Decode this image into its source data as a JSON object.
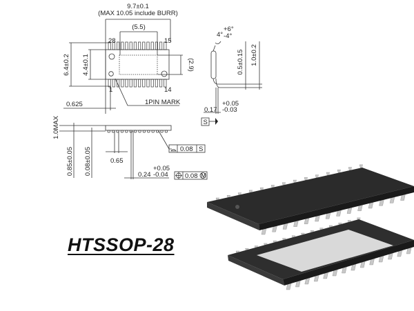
{
  "title": "HTSSOP-28",
  "top_view": {
    "length": "9.7±0.1",
    "length_max": "(MAX 10.05 include BURR)",
    "pad_length": "(5.5)",
    "pad_width": "(2.9)",
    "overall_width": "6.4±0.2",
    "body_width": "4.4±0.1",
    "pin_28": "28",
    "pin_15": "15",
    "pin_1": "1",
    "pin_14": "14",
    "offset": "0.625",
    "pin_mark": "1PIN MARK"
  },
  "lead_view": {
    "angle": "4°",
    "angle_plus": "+6°",
    "angle_minus": "-4°",
    "foot": "0.5±0.15",
    "lead_len": "1.0±0.2",
    "thickness": "0.17",
    "thickness_plus": "+0.05",
    "thickness_minus": "-0.03",
    "datum": "S"
  },
  "side_view": {
    "max_height": "1.0MAX",
    "body_height": "0.85±0.05",
    "standoff": "0.08±0.05",
    "pitch": "0.65",
    "lead_width": "0.24",
    "lead_width_plus": "+0.05",
    "lead_width_minus": "-0.04",
    "flatness_value": "0.08",
    "flatness_datum": "S",
    "position_value": "0.08",
    "position_modifier": "M"
  }
}
